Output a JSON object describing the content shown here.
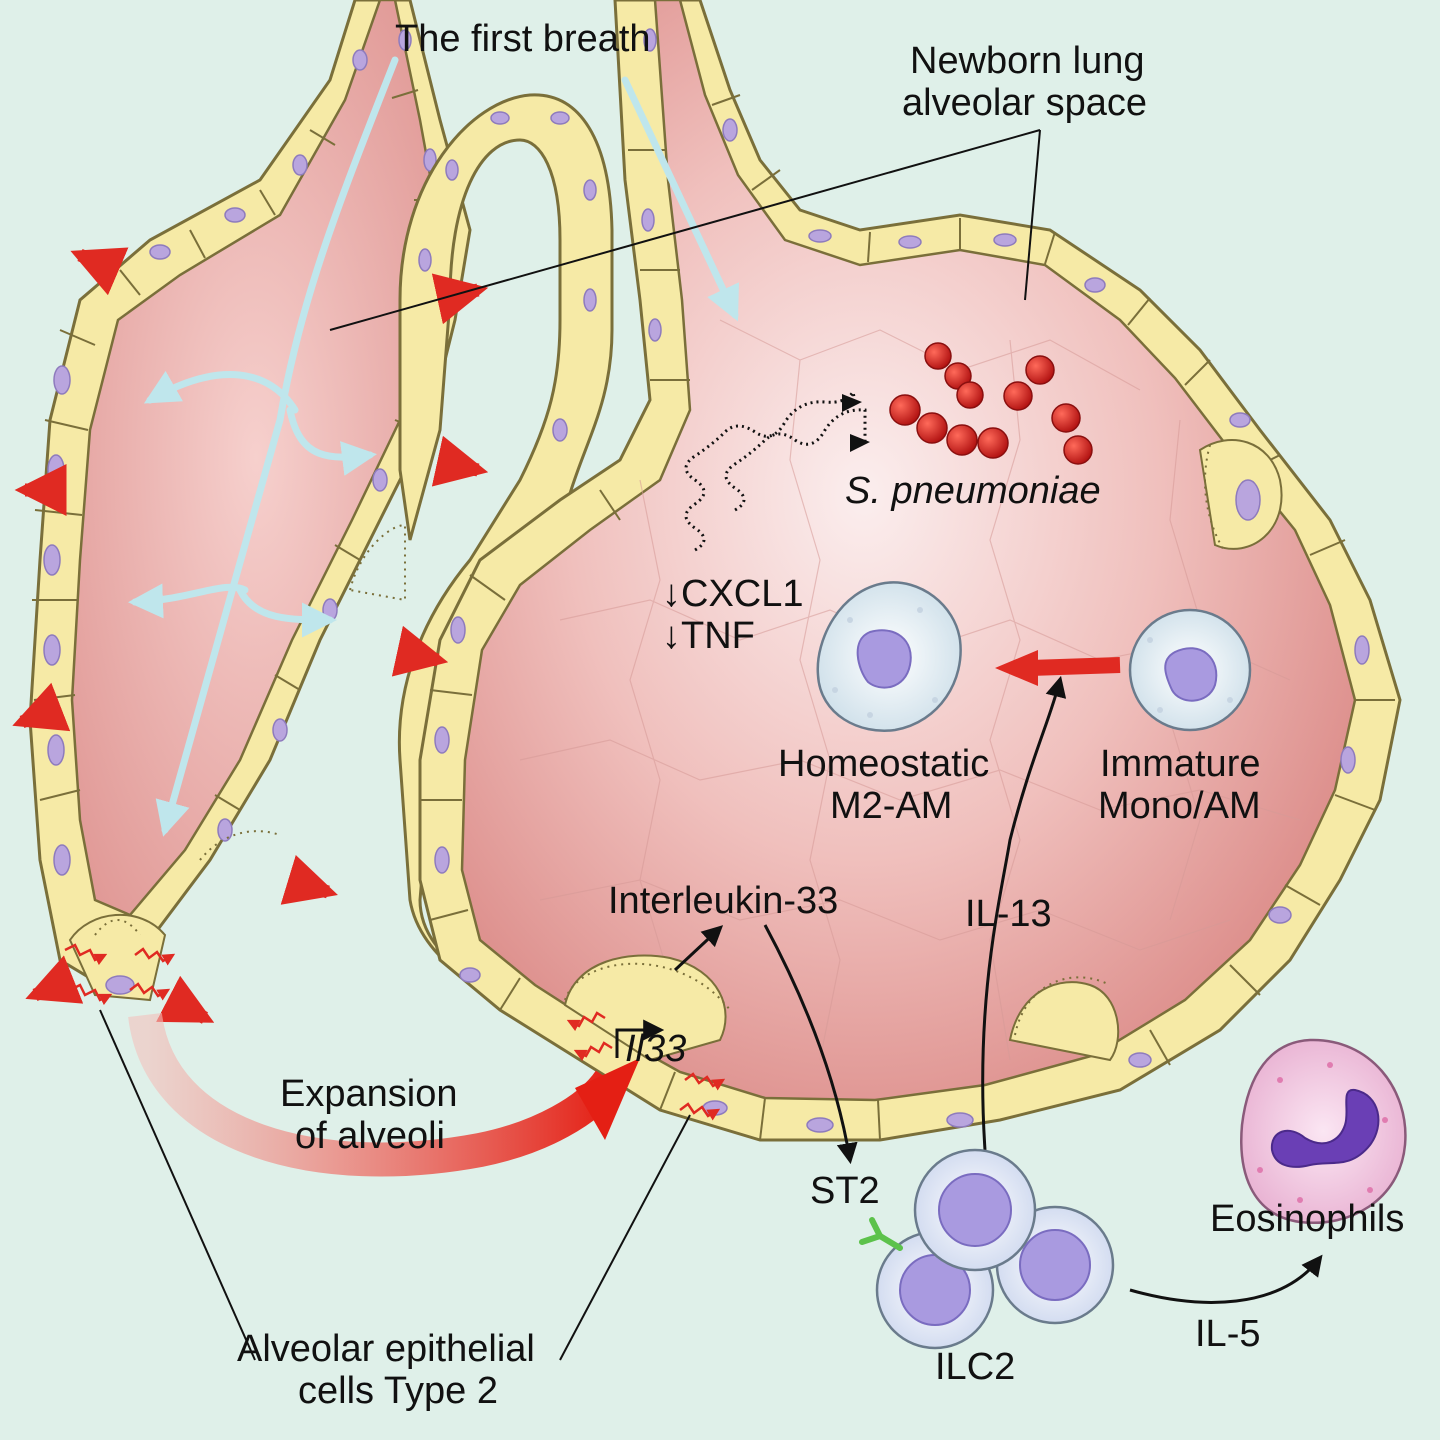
{
  "labels": {
    "first_breath": "The first breath",
    "alveolar_space_l1": "Newborn lung",
    "alveolar_space_l2": "alveolar space",
    "pathogen": "S. pneumoniae",
    "cxcl1": "↓CXCL1",
    "tnf": "↓TNF",
    "homeostatic_l1": "Homeostatic",
    "homeostatic_l2": "M2-AM",
    "immature_l1": "Immature",
    "immature_l2": "Mono/AM",
    "interleukin33": "Interleukin-33",
    "il13": "IL-13",
    "gene": "Il33",
    "expansion_l1": "Expansion",
    "expansion_l2": "of alveoli",
    "st2": "ST2",
    "eosinophils": "Eosinophils",
    "il5": "IL-5",
    "ilc2": "ILC2",
    "aec2_l1": "Alveolar epithelial",
    "aec2_l2": "cells Type 2"
  },
  "colors": {
    "background": "#dff0e9",
    "alveolar_lumen": "#eaa9a5",
    "epithelium": "#f6eaa6",
    "nucleus": "#b9a5de",
    "bacteria": "#c8181a",
    "arrow_red": "#e02a22",
    "air_flow": "#bfe6ec",
    "receptor": "#5cc24b"
  }
}
